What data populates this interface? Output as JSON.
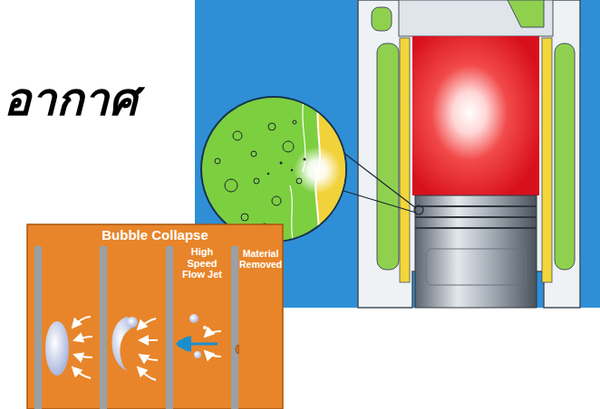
{
  "diagram": {
    "title": "อากาศ",
    "nodes": [
      {
        "text": [
          "Bubble Collapse"
        ]
      }
    ],
    "labels": [
      "High Speed Flow Jet",
      "Material Removed"
    ]
  }
}
